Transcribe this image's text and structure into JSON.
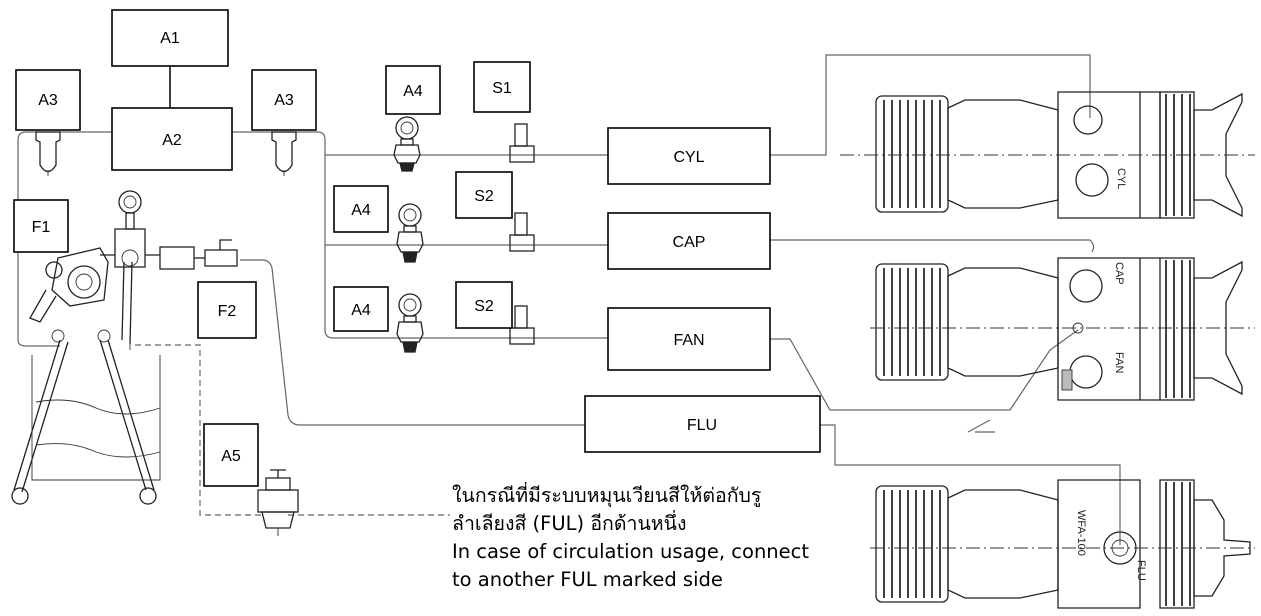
{
  "labels": {
    "a1": "A1",
    "a2": "A2",
    "a3_left": "A3",
    "a3_right": "A3",
    "a4_top": "A4",
    "a4_mid": "A4",
    "a4_bottom": "A4",
    "a5": "A5",
    "s1": "S1",
    "s2_mid": "S2",
    "s2_bottom": "S2",
    "f1": "F1",
    "f2": "F2",
    "cyl": "CYL",
    "cap": "CAP",
    "fan": "FAN",
    "flu": "FLU"
  },
  "gun_marks": {
    "cyl": "CYL",
    "cap": "CAP",
    "fan": "FAN",
    "flu": "FLU",
    "model": "WFA-100"
  },
  "note": {
    "line1": "ในกรณีที่มีระบบหมุนเวียนสีให้ต่อกับรู",
    "line2": "ลำเลียงสี (FUL) อีกด้านหนึ่ง",
    "line3": "In case of circulation usage, connect",
    "line4": "to another FUL marked side"
  },
  "colors": {
    "pipe": "#666666",
    "box_border": "#000000"
  }
}
